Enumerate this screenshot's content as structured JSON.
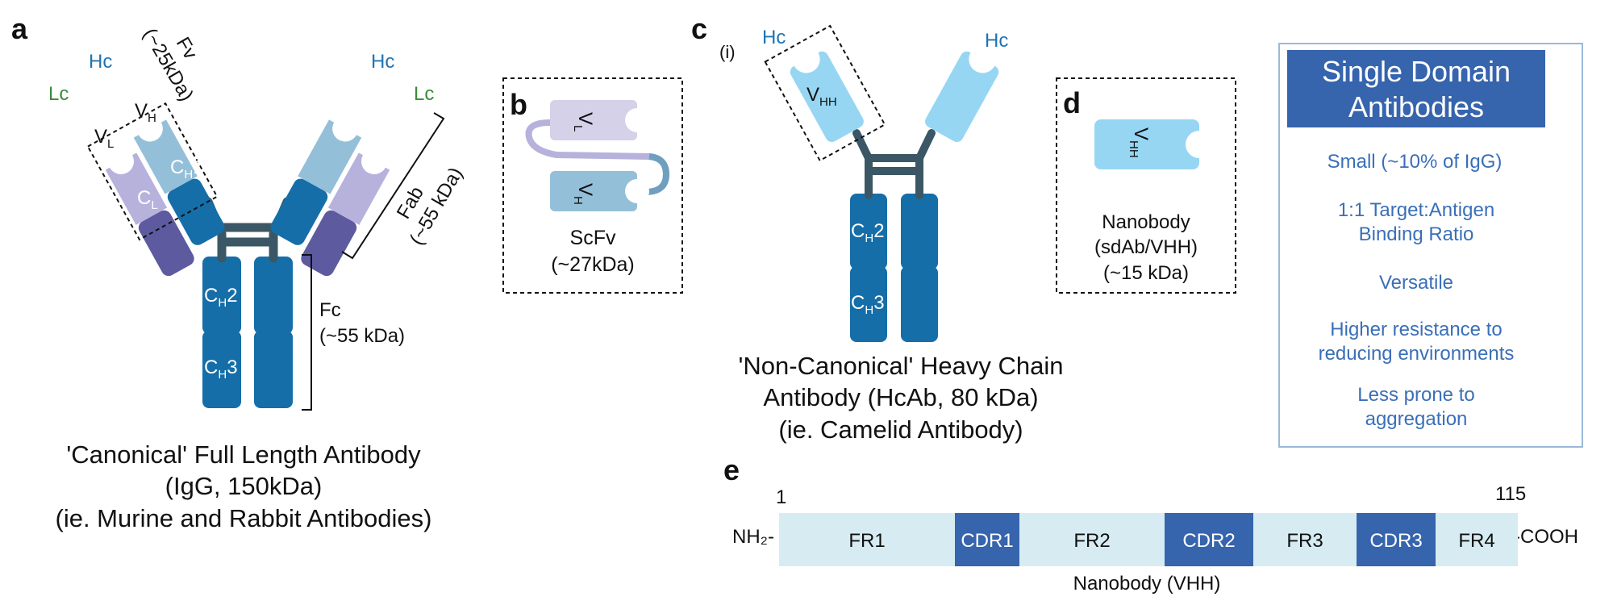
{
  "panels": {
    "a": "a",
    "b": "b",
    "c": "c",
    "c_sub": "(i)",
    "d": "d",
    "e": "e"
  },
  "colors": {
    "heavy_constant": "#156ea8",
    "heavy_variable": "#94bfd8",
    "light_constant": "#5d5aa0",
    "light_variable": "#b7b2dc",
    "hinge": "#3b5766",
    "vhh": "#96d6f3",
    "accent_blue": "#3a6fb8",
    "fr_fill": "#d7ecf2",
    "cdr_fill": "#3664ad"
  },
  "panel_a": {
    "hc_left": "Hc",
    "hc_right": "Hc",
    "lc_left": "Lc",
    "lc_right": "Lc",
    "fv_label": "Fv",
    "fv_mass": "(~25kDa)",
    "fab_label": "Fab",
    "fab_mass": "(~55 kDa)",
    "fc_label": "Fc",
    "fc_mass": "(~55 kDa)",
    "domains": {
      "vl": "V",
      "vl_sub": "L",
      "vh": "V",
      "vh_sub": "H",
      "cl": "C",
      "cl_sub": "L",
      "ch1": "C",
      "ch1_sub": "H",
      "ch1_num": "1",
      "ch2": "C",
      "ch2_sub": "H",
      "ch2_num": "2",
      "ch3": "C",
      "ch3_sub": "H",
      "ch3_num": "3"
    },
    "caption": [
      "'Canonical' Full Length Antibody",
      "(IgG, 150kDa)",
      "(ie. Murine and Rabbit Antibodies)"
    ]
  },
  "panel_b": {
    "vl": "V",
    "vl_sub": "L",
    "vh": "V",
    "vh_sub": "H",
    "caption": [
      "ScFv",
      "(~27kDa)"
    ]
  },
  "panel_c": {
    "hc_left": "Hc",
    "hc_right": "Hc",
    "vhh": "V",
    "vhh_sub": "HH",
    "ch2": "C",
    "ch2_sub": "H",
    "ch2_num": "2",
    "ch3": "C",
    "ch3_sub": "H",
    "ch3_num": "3",
    "caption": [
      "'Non-Canonical' Heavy Chain",
      "Antibody  (HcAb, 80 kDa)",
      "(ie. Camelid Antibody)"
    ]
  },
  "panel_d": {
    "vhh": "V",
    "vhh_sub": "HH",
    "caption": [
      "Nanobody",
      "(sdAb/VHH)",
      "(~15 kDa)"
    ]
  },
  "sda_box": {
    "title": [
      "Single Domain",
      "Antibodies"
    ],
    "features": [
      [
        "Small (~10% of IgG)"
      ],
      [
        "1:1 Target:Antigen",
        "Binding Ratio"
      ],
      [
        "Versatile"
      ],
      [
        "Higher resistance to",
        "reducing environments"
      ],
      [
        "Less prone to",
        "aggregation"
      ]
    ]
  },
  "panel_e": {
    "start_num": "1",
    "end_num": "115",
    "n_term": "NH₂-",
    "c_term": "-COOH",
    "caption": "Nanobody (VHH)",
    "segments": [
      {
        "label": "FR1",
        "kind": "fr"
      },
      {
        "label": "CDR1",
        "kind": "cdr"
      },
      {
        "label": "FR2",
        "kind": "fr"
      },
      {
        "label": "CDR2",
        "kind": "cdr"
      },
      {
        "label": "FR3",
        "kind": "fr"
      },
      {
        "label": "CDR3",
        "kind": "cdr"
      },
      {
        "label": "FR4",
        "kind": "fr"
      }
    ]
  }
}
